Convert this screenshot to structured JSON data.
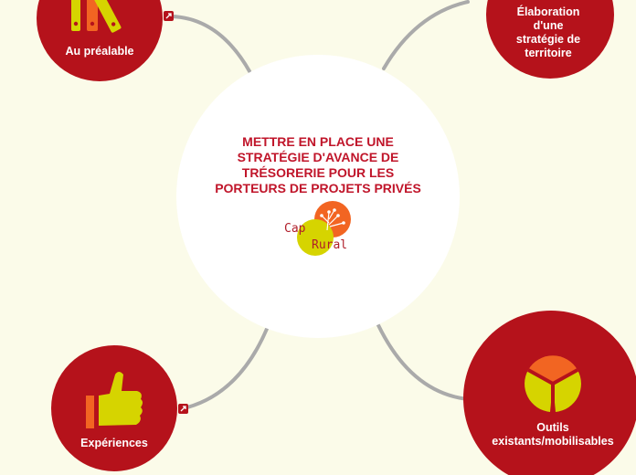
{
  "colors": {
    "background": "#fbfbe9",
    "node_fill": "#b5121b",
    "center_fill": "#ffffff",
    "title_color": "#c0152a",
    "connector": "#aaaaaa",
    "icon_yellow": "#d6d400",
    "icon_orange": "#f26522"
  },
  "center": {
    "title_lines": [
      "METTRE EN PLACE UNE",
      "STRATÉGIE D'AVANCE DE",
      "TRÉSORERIE POUR LES",
      "PORTEURS DE PROJETS PRIVÉS"
    ],
    "logo": {
      "word1": "Cap",
      "word2": "Rural"
    }
  },
  "nodes": {
    "au_prealable": {
      "label": "Au préalable",
      "icon": "binders-icon"
    },
    "elaboration": {
      "label_lines": [
        "Élaboration",
        "d'une",
        "stratégie de",
        "territoire"
      ]
    },
    "experiences": {
      "label": "Expériences",
      "icon": "thumbs-up-icon"
    },
    "outils": {
      "label_lines": [
        "Outils",
        "existants/mobilisables"
      ],
      "icon": "pie-chart-icon"
    }
  }
}
